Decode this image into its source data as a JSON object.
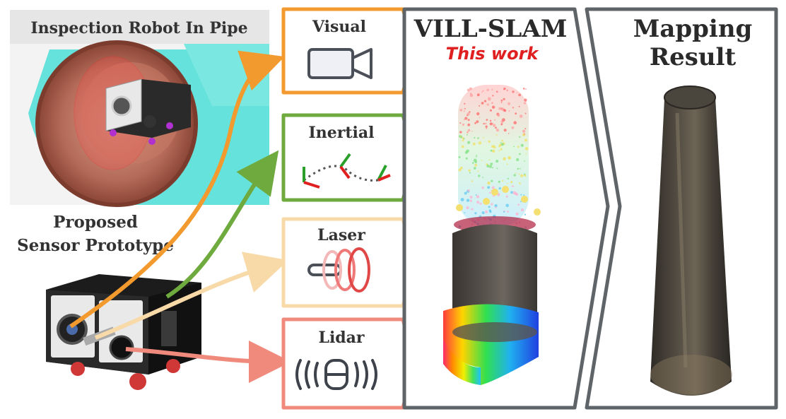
{
  "robot_panel": {
    "title": "Inspection Robot In Pipe"
  },
  "prototype": {
    "label_line1": "Proposed",
    "label_line2": "Sensor Prototype"
  },
  "sensors": [
    {
      "label": "Visual",
      "color": "#f39a2e",
      "icon": "camera-icon"
    },
    {
      "label": "Inertial",
      "color": "#6faa3e",
      "icon": "imu-axes-icon"
    },
    {
      "label": "Laser",
      "color": "#f8d9a8",
      "icon": "laser-rings-icon"
    },
    {
      "label": "Lidar",
      "color": "#ef8a7c",
      "icon": "lidar-waves-icon"
    }
  ],
  "method": {
    "title": "VILL-SLAM",
    "subtitle": "This work",
    "subtitle_color": "#e02020",
    "border_color": "#5f6469"
  },
  "result": {
    "title_line1": "Mapping",
    "title_line2": "Result",
    "border_color": "#5f6469"
  }
}
